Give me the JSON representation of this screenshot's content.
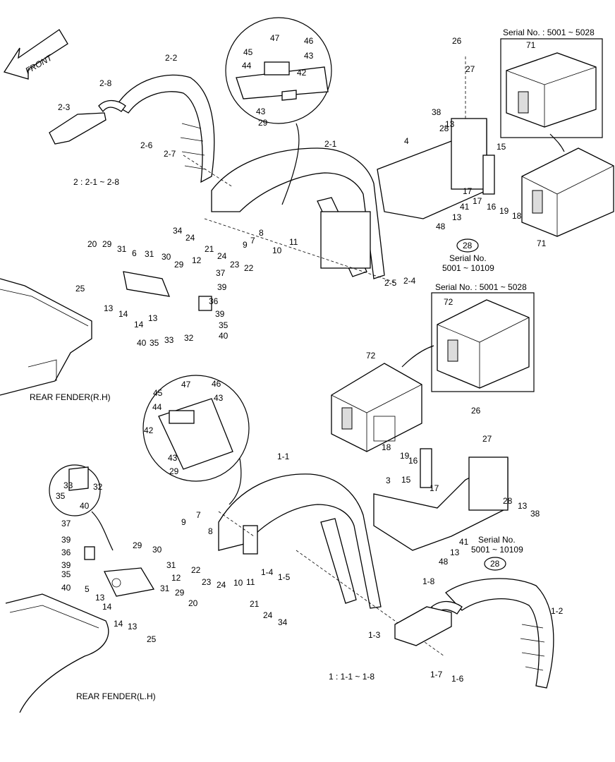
{
  "front_label": "FRONT",
  "captions": {
    "serial_top": "Serial No. : 5001 ~ 5028",
    "serial_mid_top": "Serial No.",
    "serial_mid_bottom": "5001 ~ 10109",
    "serial_box2": "Serial No. : 5001 ~ 5028",
    "serial_low_top": "Serial No.",
    "serial_low_bottom": "5001 ~ 10109",
    "rear_fender_rh": "REAR FENDER(R.H)",
    "rear_fender_lh": "REAR FENDER(L.H)",
    "group2": "2 : 2-1 ~ 2-8",
    "group1": "1 : 1-1 ~ 1-8"
  },
  "callouts_top": [
    "2-2",
    "2-8",
    "2-3",
    "2-6",
    "2-7",
    "2-1",
    "47",
    "46",
    "45",
    "43",
    "44",
    "42",
    "43",
    "29",
    "26",
    "27",
    "38",
    "13",
    "28",
    "4",
    "15",
    "17",
    "17",
    "16",
    "19",
    "18",
    "41",
    "13",
    "48",
    "71",
    "71",
    "34",
    "24",
    "21",
    "7",
    "8",
    "11",
    "10",
    "9",
    "24",
    "23",
    "22",
    "2-5",
    "2-4",
    "20",
    "29",
    "31",
    "6",
    "31",
    "30",
    "29",
    "12",
    "37",
    "39",
    "25",
    "13",
    "14",
    "36",
    "39",
    "35",
    "40",
    "14",
    "13",
    "40",
    "35",
    "33",
    "32"
  ],
  "callouts_bottom": [
    "72",
    "72",
    "26",
    "27",
    "18",
    "19",
    "16",
    "15",
    "17",
    "3",
    "28",
    "13",
    "38",
    "41",
    "13",
    "48",
    "47",
    "46",
    "45",
    "43",
    "44",
    "42",
    "43",
    "29",
    "1-1",
    "7",
    "8",
    "9",
    "22",
    "23",
    "24",
    "10",
    "11",
    "1-4",
    "1-5",
    "21",
    "24",
    "34",
    "1-8",
    "1-2",
    "1-3",
    "1-7",
    "1-6",
    "33",
    "32",
    "35",
    "40",
    "37",
    "39",
    "36",
    "39",
    "35",
    "40",
    "5",
    "29",
    "30",
    "31",
    "12",
    "13",
    "14",
    "14",
    "13",
    "31",
    "29",
    "20",
    "25"
  ],
  "circled_refs": [
    "28",
    "28"
  ]
}
